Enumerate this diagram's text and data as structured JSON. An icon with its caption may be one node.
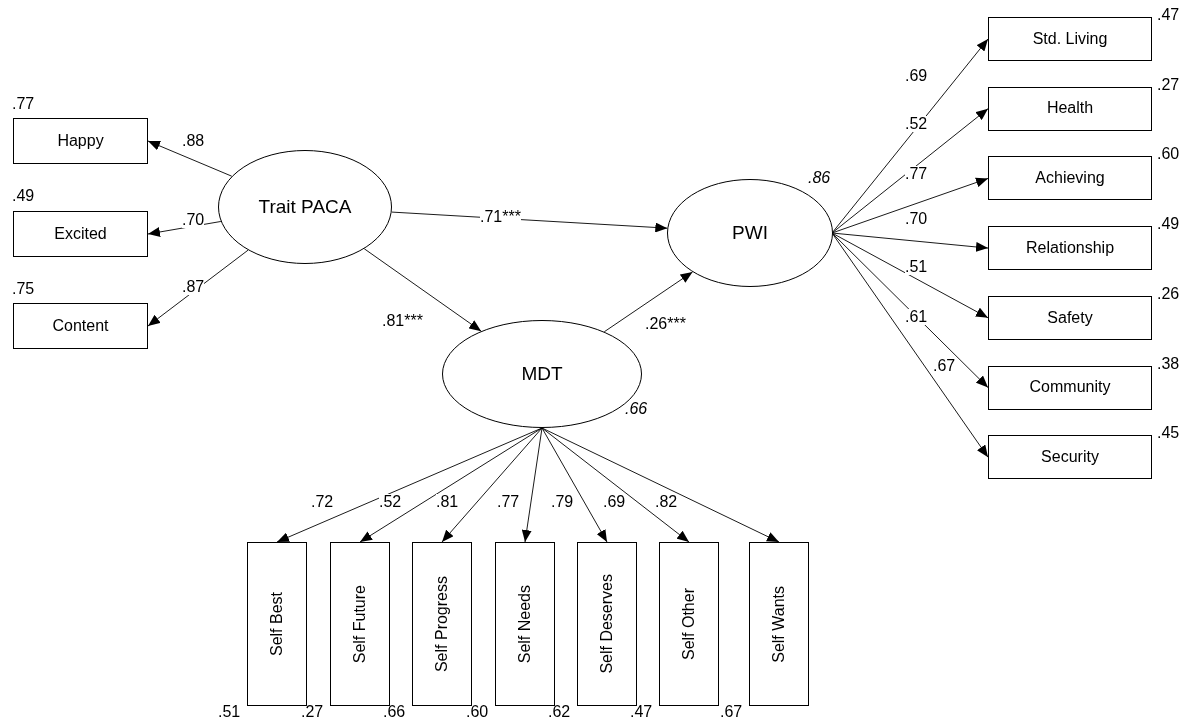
{
  "diagram": {
    "nodes": [
      {
        "text": [
          "Trait PACA"
        ]
      },
      {
        "text": [
          "PWI"
        ],
        "beside": [
          ".86"
        ]
      },
      {
        "text": [
          "MDT"
        ],
        "beside": [
          ".66"
        ]
      },
      {
        "text": [
          "Happy"
        ],
        "beside": [
          ".77"
        ]
      },
      {
        "text": [
          "Excited"
        ],
        "beside": [
          ".49"
        ]
      },
      {
        "text": [
          "Content"
        ],
        "beside": [
          ".75"
        ]
      },
      {
        "text": [
          "Std. Living"
        ],
        "beside": [
          ".47"
        ]
      },
      {
        "text": [
          "Health"
        ],
        "beside": [
          ".27"
        ]
      },
      {
        "text": [
          "Achieving"
        ],
        "beside": [
          ".60"
        ]
      },
      {
        "text": [
          "Relationship"
        ],
        "beside": [
          ".49"
        ]
      },
      {
        "text": [
          "Safety"
        ],
        "beside": [
          ".26"
        ]
      },
      {
        "text": [
          "Community"
        ],
        "beside": [
          ".38"
        ]
      },
      {
        "text": [
          "Security"
        ],
        "beside": [
          ".45"
        ]
      },
      {
        "text": [
          "Self Best"
        ],
        "beside": [
          ".51"
        ]
      },
      {
        "text": [
          "Self Future"
        ],
        "beside": [
          ".27"
        ]
      },
      {
        "text": [
          "Self Progress"
        ],
        "beside": [
          ".66"
        ]
      },
      {
        "text": [
          "Self Needs"
        ],
        "beside": [
          ".60"
        ]
      },
      {
        "text": [
          "Self Deserves"
        ],
        "beside": [
          ".62"
        ]
      },
      {
        "text": [
          "Self Other"
        ],
        "beside": [
          ".47"
        ]
      },
      {
        "text": [
          "Self Wants"
        ],
        "beside": [
          ".67"
        ]
      }
    ],
    "edges": [
      {
        "from": 0,
        "to": 3,
        "arrow": "to",
        "label": ".88"
      },
      {
        "from": 0,
        "to": 4,
        "arrow": "to",
        "label": ".70"
      },
      {
        "from": 0,
        "to": 5,
        "arrow": "to",
        "label": ".87"
      },
      {
        "from": 0,
        "to": 1,
        "arrow": "to",
        "label": ".71***"
      },
      {
        "from": 0,
        "to": 2,
        "arrow": "to",
        "label": ".81***"
      },
      {
        "from": 2,
        "to": 1,
        "arrow": "to",
        "label": ".26***"
      },
      {
        "from": 1,
        "to": 6,
        "arrow": "to",
        "label": ".69"
      },
      {
        "from": 1,
        "to": 7,
        "arrow": "to",
        "label": ".52"
      },
      {
        "from": 1,
        "to": 8,
        "arrow": "to",
        "label": ".77"
      },
      {
        "from": 1,
        "to": 9,
        "arrow": "to",
        "label": ".70"
      },
      {
        "from": 1,
        "to": 10,
        "arrow": "to",
        "label": ".51"
      },
      {
        "from": 1,
        "to": 11,
        "arrow": "to",
        "label": ".61"
      },
      {
        "from": 1,
        "to": 12,
        "arrow": "to",
        "label": ".67"
      },
      {
        "from": 2,
        "to": 13,
        "arrow": "to",
        "label": ".72"
      },
      {
        "from": 2,
        "to": 14,
        "arrow": "to",
        "label": ".52"
      },
      {
        "from": 2,
        "to": 15,
        "arrow": "to",
        "label": ".81"
      },
      {
        "from": 2,
        "to": 16,
        "arrow": "to",
        "label": ".77"
      },
      {
        "from": 2,
        "to": 17,
        "arrow": "to",
        "label": ".79"
      },
      {
        "from": 2,
        "to": 18,
        "arrow": "to",
        "label": ".69"
      },
      {
        "from": 2,
        "to": 19,
        "arrow": "to",
        "label": ".82"
      }
    ]
  }
}
